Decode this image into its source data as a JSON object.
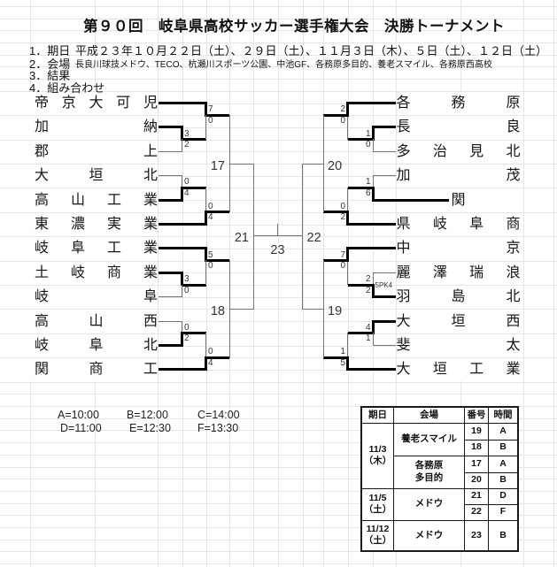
{
  "header": {
    "title": "第９０回　岐阜県高校サッカー選手権大会　決勝トーナメント",
    "info": [
      {
        "label": "1．期日",
        "value": "平成２３年１０月２２日（土）、２９日（土）、１１月３日（木）、５日（土）、１２日（土）"
      },
      {
        "label": "2．会場",
        "value": "長良川球技メドウ、TECO、杭瀬川スポーツ公園、中池GF、各務原多目的、養老スマイル、各務原西高校"
      },
      {
        "label": "3．結果",
        "value": ""
      },
      {
        "label": "4．組み合わせ",
        "value": ""
      }
    ]
  },
  "colors": {
    "winner_line": "#000000",
    "normal_line": "#757575",
    "grid_line": "#e4e6e8",
    "text": "#111111"
  },
  "bracket": {
    "final_label": "23",
    "left_teams": [
      {
        "name": "帝京大可児",
        "row": 0,
        "entry": "bye",
        "bold": true
      },
      {
        "name": "加納",
        "row": 1,
        "entry": "r1",
        "bold": true
      },
      {
        "name": "郡上",
        "row": 2,
        "entry": "r1",
        "bold": false
      },
      {
        "name": "大垣北",
        "row": 3,
        "entry": "r1",
        "bold": false
      },
      {
        "name": "高山工業",
        "row": 4,
        "entry": "r1",
        "bold": true
      },
      {
        "name": "東濃実業",
        "row": 5,
        "entry": "bye",
        "bold": true
      },
      {
        "name": "岐阜工業",
        "row": 6,
        "entry": "bye",
        "bold": true
      },
      {
        "name": "土岐商業",
        "row": 7,
        "entry": "r1",
        "bold": true
      },
      {
        "name": "岐阜",
        "row": 8,
        "entry": "r1",
        "bold": false
      },
      {
        "name": "高山西",
        "row": 9,
        "entry": "r1",
        "bold": false
      },
      {
        "name": "岐阜北",
        "row": 10,
        "entry": "r1",
        "bold": true
      },
      {
        "name": "関商工",
        "row": 11,
        "entry": "bye",
        "bold": true
      }
    ],
    "right_teams": [
      {
        "name": "各務原",
        "row": 0,
        "entry": "bye",
        "bold": true
      },
      {
        "name": "長良",
        "row": 1,
        "entry": "r1",
        "bold": true
      },
      {
        "name": "多治見北",
        "row": 2,
        "entry": "r1",
        "bold": false
      },
      {
        "name": "加茂",
        "row": 3,
        "entry": "r1",
        "bold": false
      },
      {
        "name": "関",
        "row": 4,
        "entry": "r1",
        "bold": true,
        "center": true
      },
      {
        "name": "県岐阜商",
        "row": 5,
        "entry": "bye",
        "bold": true
      },
      {
        "name": "中京",
        "row": 6,
        "entry": "bye",
        "bold": true
      },
      {
        "name": "麗澤瑞浪",
        "row": 7,
        "entry": "r1",
        "bold": false
      },
      {
        "name": "羽島北",
        "row": 8,
        "entry": "r1",
        "bold": true
      },
      {
        "name": "大垣西",
        "row": 9,
        "entry": "r1",
        "bold": true
      },
      {
        "name": "斐太",
        "row": 10,
        "entry": "r1",
        "bold": false
      },
      {
        "name": "大垣工業",
        "row": 11,
        "entry": "bye",
        "bold": true
      }
    ],
    "junctions": [
      {
        "side": "left",
        "col": "r1",
        "slot": 0,
        "scores": [
          "3",
          "2"
        ],
        "winner": "top"
      },
      {
        "side": "left",
        "col": "r2",
        "slot": 0,
        "scores": [
          "7",
          "0"
        ],
        "winner": "top"
      },
      {
        "side": "left",
        "col": "r1",
        "slot": 1,
        "scores": [
          "0",
          "4"
        ],
        "winner": "bottom"
      },
      {
        "side": "left",
        "col": "r2",
        "slot": 1,
        "scores": [
          "0",
          "4"
        ],
        "winner": "bottom"
      },
      {
        "side": "left",
        "col": "qf",
        "slot": 0,
        "label": "17"
      },
      {
        "side": "left",
        "col": "r1",
        "slot": 2,
        "scores": [
          "3",
          "0"
        ],
        "winner": "top"
      },
      {
        "side": "left",
        "col": "r2",
        "slot": 2,
        "scores": [
          "5",
          "0"
        ],
        "winner": "top"
      },
      {
        "side": "left",
        "col": "r1",
        "slot": 3,
        "scores": [
          "0",
          "2"
        ],
        "winner": "bottom"
      },
      {
        "side": "left",
        "col": "r2",
        "slot": 3,
        "scores": [
          "0",
          "4"
        ],
        "winner": "bottom"
      },
      {
        "side": "left",
        "col": "qf",
        "slot": 1,
        "label": "18"
      },
      {
        "side": "left",
        "col": "sf",
        "slot": 0,
        "label": "21"
      },
      {
        "side": "right",
        "col": "r2",
        "slot": 0,
        "scores": [
          "2",
          "0"
        ],
        "winner": "top"
      },
      {
        "side": "right",
        "col": "r1",
        "slot": 0,
        "scores": [
          "1",
          "0"
        ],
        "winner": "top"
      },
      {
        "side": "right",
        "col": "r1",
        "slot": 1,
        "scores": [
          "1",
          "6"
        ],
        "winner": "bottom"
      },
      {
        "side": "right",
        "col": "r2",
        "slot": 1,
        "scores": [
          "0",
          "2"
        ],
        "winner": "bottom"
      },
      {
        "side": "right",
        "col": "qf",
        "slot": 0,
        "label": "20"
      },
      {
        "side": "right",
        "col": "r2",
        "slot": 2,
        "scores": [
          "7",
          "0"
        ],
        "winner": "top"
      },
      {
        "side": "right",
        "col": "r1",
        "slot": 2,
        "scores": [
          "2",
          "2"
        ],
        "winner": "bottom",
        "note": "5PK4"
      },
      {
        "side": "right",
        "col": "r1",
        "slot": 3,
        "scores": [
          "4",
          "1"
        ],
        "winner": "top"
      },
      {
        "side": "right",
        "col": "r2",
        "slot": 3,
        "scores": [
          "1",
          "5"
        ],
        "winner": "bottom"
      },
      {
        "side": "right",
        "col": "qf",
        "slot": 1,
        "label": "19"
      },
      {
        "side": "right",
        "col": "sf",
        "slot": 0,
        "label": "22"
      }
    ]
  },
  "time_legend": {
    "line1": [
      "A=10:00",
      "B=12:00",
      "C=14:00"
    ],
    "line2": [
      "D=11:00",
      "E=12:30",
      "F=13:30"
    ]
  },
  "schedule": {
    "headers": [
      "期日",
      "会場",
      "番号",
      "時間"
    ],
    "dates": [
      {
        "line1": "11/3",
        "line2": "（木）"
      },
      {
        "line1": "11/5",
        "line2": "（土）"
      },
      {
        "line1": "11/12",
        "line2": "（土）"
      }
    ],
    "venues": [
      {
        "line1": "養老スマイル",
        "line2": ""
      },
      {
        "line1": "各務原",
        "line2": "多目的"
      },
      {
        "line1": "メドウ",
        "line2": ""
      },
      {
        "line1": "メドウ",
        "line2": ""
      }
    ],
    "slots": [
      {
        "no": "19",
        "time": "A"
      },
      {
        "no": "18",
        "time": "B"
      },
      {
        "no": "17",
        "time": "A"
      },
      {
        "no": "20",
        "time": "B"
      },
      {
        "no": "21",
        "time": "D"
      },
      {
        "no": "22",
        "time": "F"
      },
      {
        "no": "23",
        "time": "B"
      }
    ]
  }
}
